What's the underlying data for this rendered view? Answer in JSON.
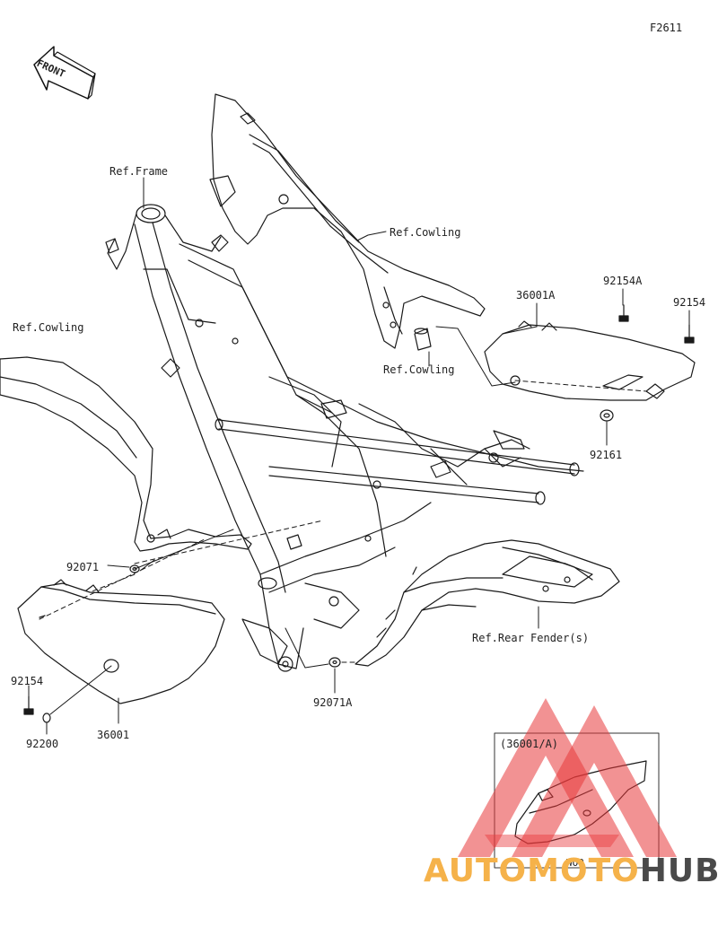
{
  "figure_code": "F2611",
  "front_label": "FRONT",
  "labels": {
    "ref_frame": "Ref.Frame",
    "ref_cowling_top": "Ref.Cowling",
    "ref_cowling_mid": "Ref.Cowling",
    "ref_cowling_left": "Ref.Cowling",
    "ref_rear_fender": "Ref.Rear Fender(s)",
    "p36001A": "36001A",
    "p92154A": "92154A",
    "p92154_right": "92154",
    "p92161": "92161",
    "p92071": "92071",
    "p92071A": "92071A",
    "p92154_left": "92154",
    "p92200": "92200",
    "p36001": "36001",
    "inset_title": "(36001/A)",
    "inset_note": "WOO"
  },
  "watermark": {
    "part1": "AUTOMOTO",
    "part2": "HUB",
    "color_primary": "#f5b24a",
    "color_secondary": "#4a4a4a",
    "logo_color": "#e8383b"
  }
}
